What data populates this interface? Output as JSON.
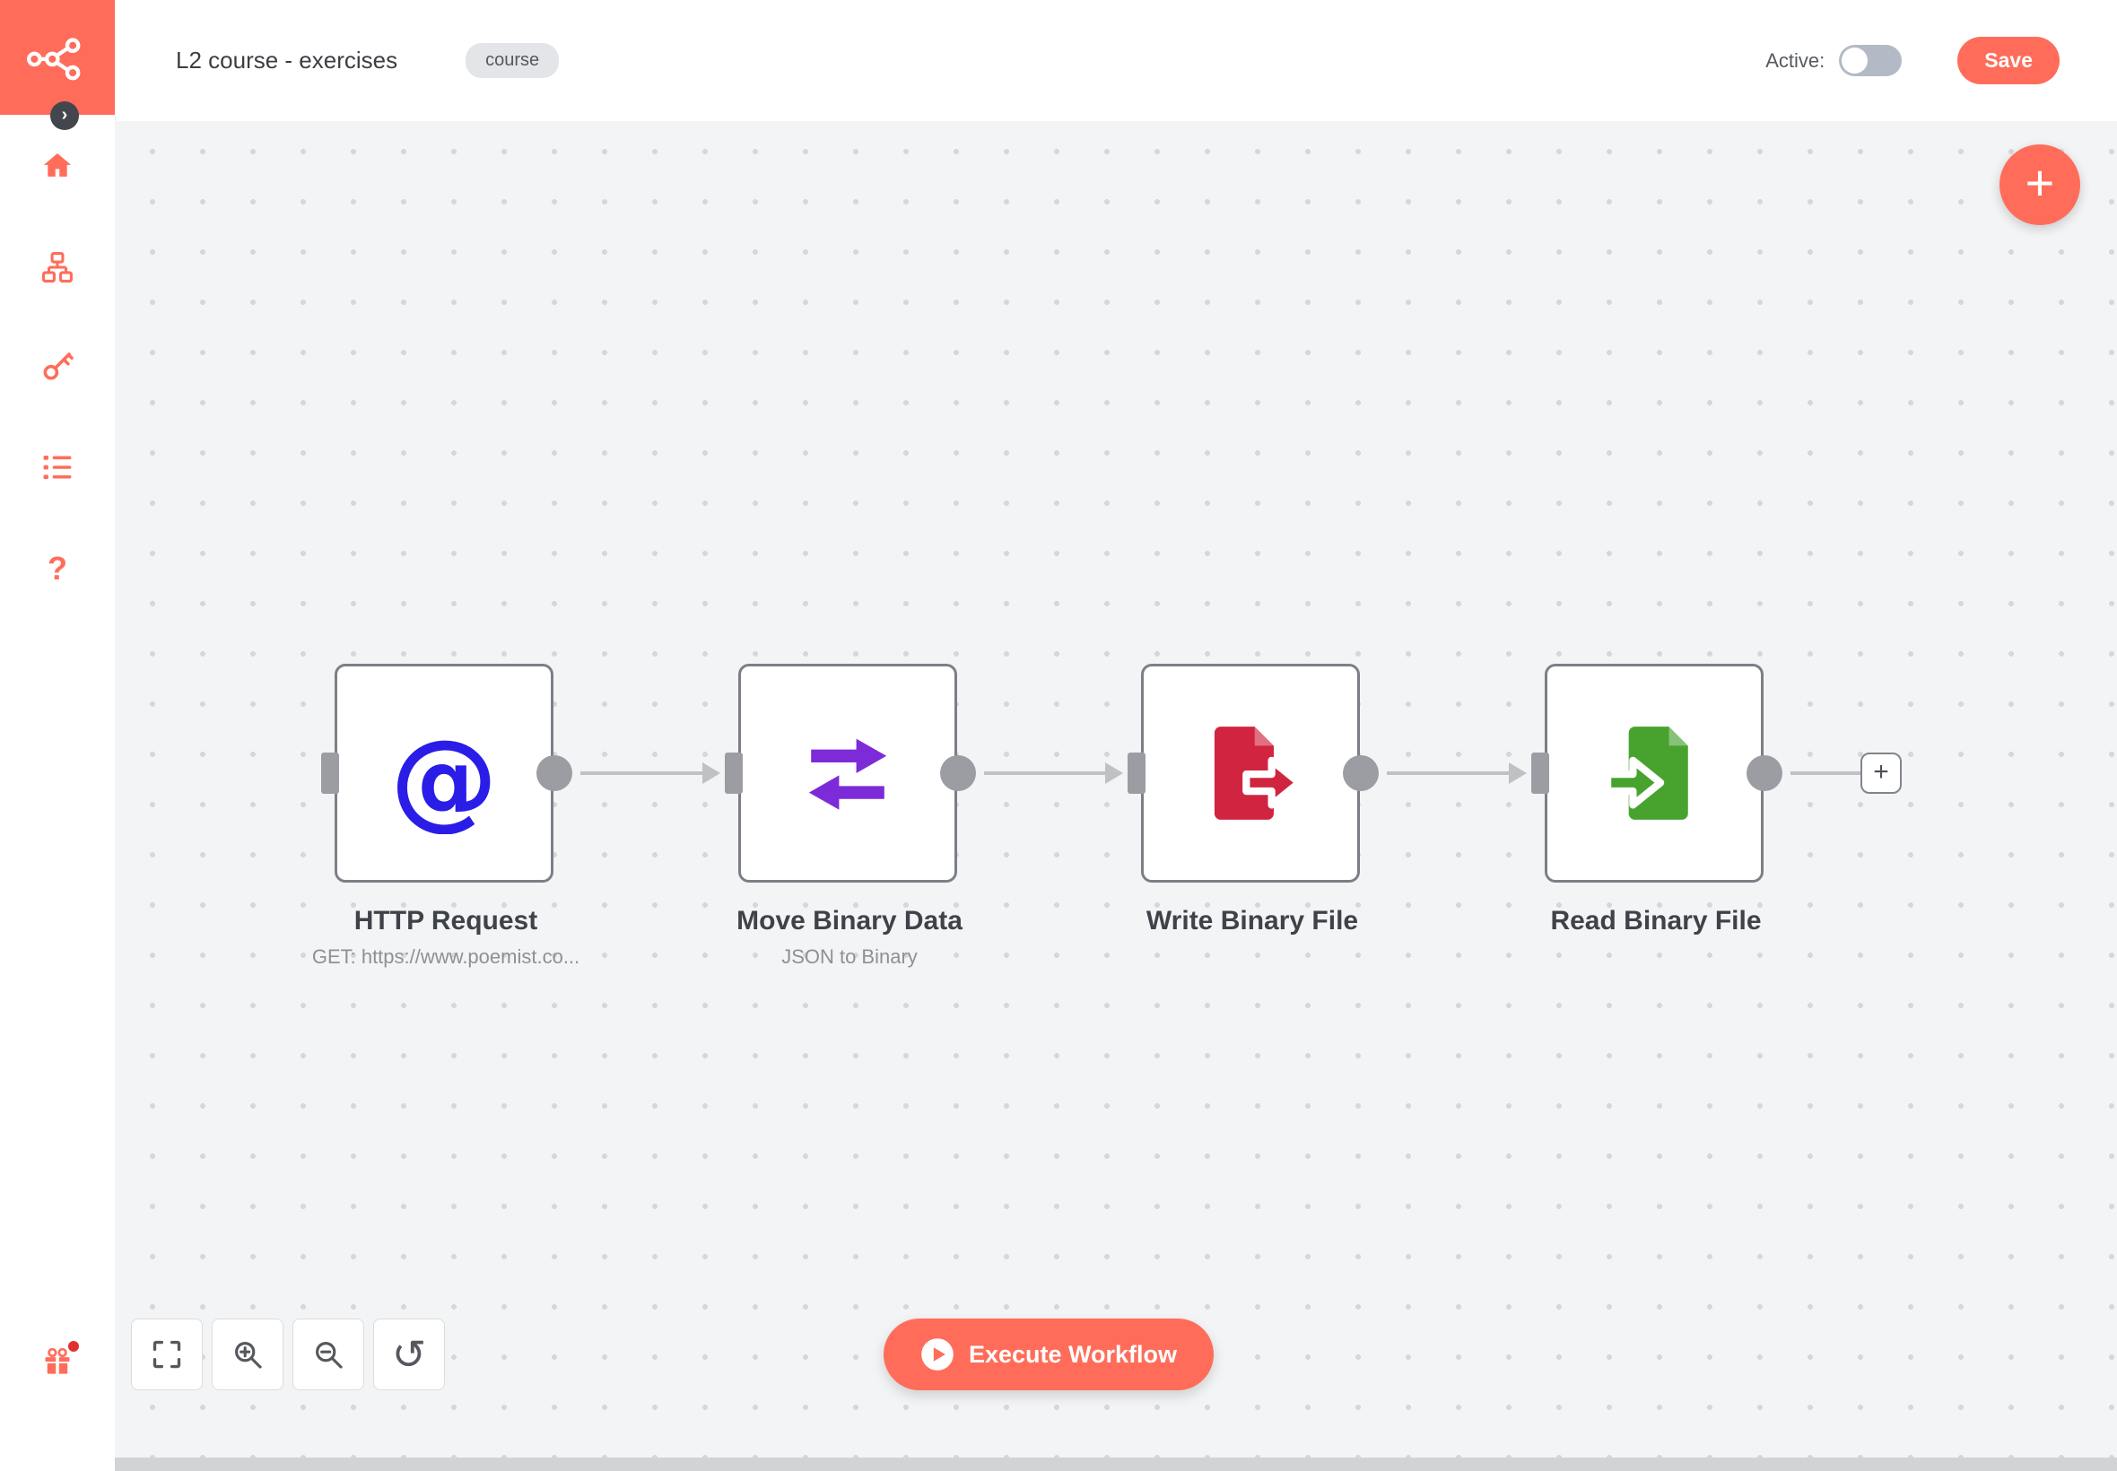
{
  "theme": {
    "accent": "#ff6d5a",
    "canvas-bg": "#f3f4f5",
    "dot": "#d6d7d9",
    "node-border": "#7c7f87",
    "port": "#9b9da3",
    "wire": "#bfc1c4",
    "http-blue": "#2a1de8",
    "move-purple": "#7d2bd9",
    "write-red": "#d02440",
    "read-green": "#47a32e",
    "toggle-track": "#b3bac6"
  },
  "header": {
    "title": "L2 course - exercises",
    "tag": "course",
    "active_label": "Active:",
    "save_label": "Save"
  },
  "sidebar": {
    "expand_glyph": "›",
    "help_glyph": "?"
  },
  "canvas": {
    "nodes": [
      {
        "name": "HTTP Request",
        "subtitle": "GET: https://www.poemist.co...",
        "icon": "at-sign-icon",
        "glyph": "@"
      },
      {
        "name": "Move Binary Data",
        "subtitle": "JSON to Binary",
        "icon": "transfer-arrows-icon"
      },
      {
        "name": "Write Binary File",
        "subtitle": "",
        "icon": "file-export-icon"
      },
      {
        "name": "Read Binary File",
        "subtitle": "",
        "icon": "file-import-icon"
      }
    ],
    "add_node_glyph": "+",
    "execute_label": "Execute Workflow",
    "controls": {
      "reset_glyph": "↺"
    }
  }
}
